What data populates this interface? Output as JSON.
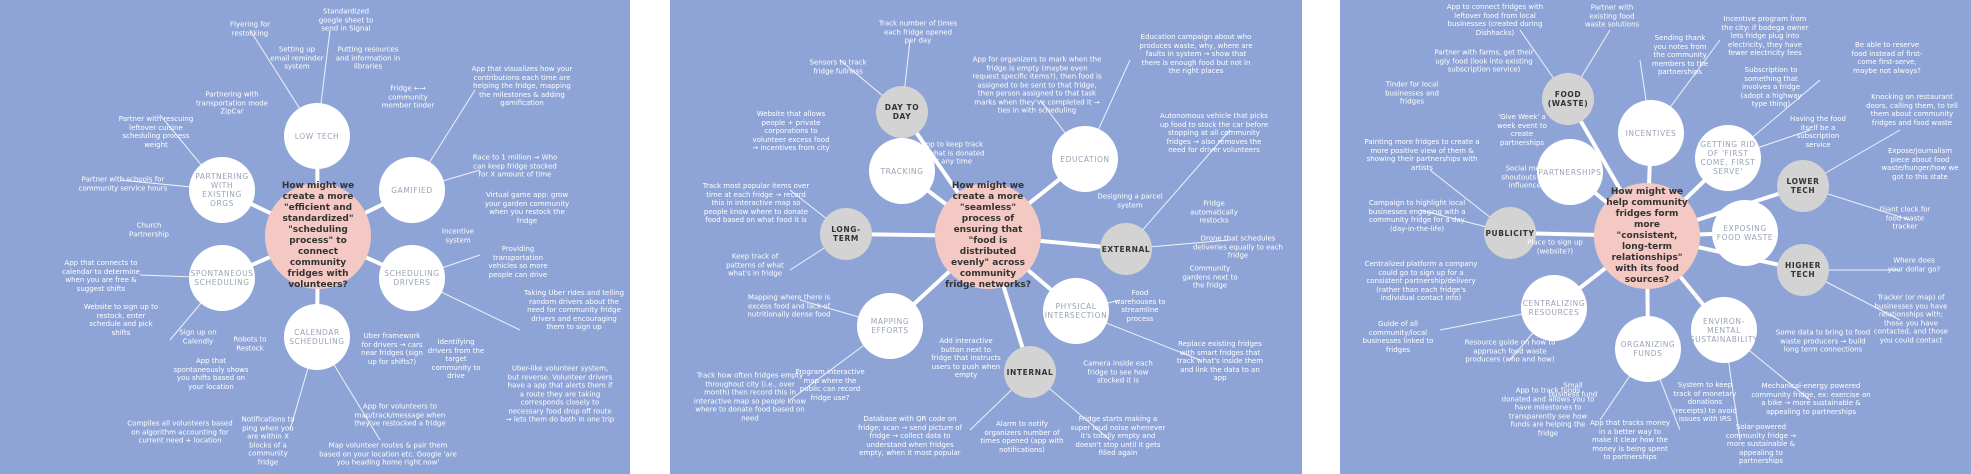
{
  "colors": {
    "background": "#8fa4d6",
    "center": "#f4c9c3",
    "node_white": "#ffffff",
    "node_gray": "#d3d3d3",
    "text": "#ffffff"
  },
  "panels": [
    {
      "center": "How might we create a more \"efficient and standardized\" \"scheduling process\" to connect community fridges with volunteers?",
      "nodes": [
        {
          "label": "LOW TECH",
          "gray": false
        },
        {
          "label": "GAMIFIED",
          "gray": false
        },
        {
          "label": "SCHEDULING DRIVERS",
          "gray": false
        },
        {
          "label": "CALENDAR SCHEDULING",
          "gray": false
        },
        {
          "label": "SPONTANEOUS SCHEDULING",
          "gray": false
        },
        {
          "label": "PARTNERING WITH EXISTING ORGS",
          "gray": false
        }
      ],
      "notes": [
        "Flyering for restocking",
        "Standardized google sheet to send in Signal",
        "Setting up email reminder system",
        "Putting resources and information in libraries",
        "Partnering with transportation mode ZipCar",
        "Fridge ←→ community member tinder",
        "App that visualizes how your contributions each time are helping the fridge, mapping the milestones & adding gamification",
        "Partner with rescuing leftover cuisine scheduling process weight",
        "Race to 1 million → Who can keep fridge stocked for X amount of time",
        "Partner with schools for community service hours",
        "Virtual game app: grow your garden community when you restock the fridge",
        "Church Partnership",
        "Incentive system",
        "Providing transportation vehicles so more people can drive",
        "App that connects to calendar to determine when you are free & suggest shifts",
        "Taking Uber rides and telling random drivers about the need for community fridge drivers and encouraging them to sign up",
        "Website to sign up to restock, enter schedule and pick shifts",
        "Sign up on Calendly",
        "Robots to Restock",
        "Uber framework for drivers → cars near fridges (sign up for shifts?)",
        "Identifying drivers from the target community to drive",
        "App that spontaneously shows you shifts based on your location",
        "Uber-like volunteer system, but reverse. Volunteer drivers have a app that alerts them if a route they are taking corresponds closely to necessary food drop off route → lets them do both in one trip",
        "Compiles all volunteers based on algorithm accounting for current need + location",
        "Notifications to ping when you are within X blocks of a community fridge",
        "App for volunteers to map/track/message when they've restocked a fridge",
        "Map volunteer routes & pair them based on your location etc. Google 'are you heading home right now'"
      ]
    },
    {
      "center": "How might we create a more \"seamless\" process of ensuring that \"food is distributed evenly\" across community fridge networks?",
      "nodes": [
        {
          "label": "DAY TO DAY",
          "gray": true
        },
        {
          "label": "TRACKING",
          "gray": false
        },
        {
          "label": "EDUCATION",
          "gray": false
        },
        {
          "label": "LONG-TERM",
          "gray": true
        },
        {
          "label": "EXTERNAL",
          "gray": true
        },
        {
          "label": "MAPPING EFFORTS",
          "gray": false
        },
        {
          "label": "PHYSICAL INTERSECTION",
          "gray": false
        },
        {
          "label": "INTERNAL",
          "gray": true
        }
      ],
      "notes": [
        "Track number of times each fridge opened per day",
        "Sensors to track fridge fullness",
        "Education campaign about who produces waste, why, where are faults in system → show that there is enough food but not in the right places",
        "App for organizers to mark when the fridge is empty (maybe even request specific items?), then food is assigned to be sent to that fridge, then person assigned to that task marks when they've completed it → ties in with scheduling",
        "Website that allows people + private corporations to volunteer excess food → incentives from city",
        "App to keep track of what is donated at any time",
        "Autonomous vehicle that picks up food to stock the car before stopping at all community fridges → also removes the need for driver volunteers",
        "Track most popular items over time at each fridge → record this in interactive map so people know where to donate food based on what food it is",
        "Designing a parcel system",
        "Fridge automatically restocks",
        "Drone that schedules deliveries equally to each fridge",
        "Keep track of patterns of what what's in fridge",
        "Community gardens next to the fridge",
        "Mapping where there is excess food and lack of nutritionally dense food",
        "Food warehouses to streamline process",
        "Add interactive button next to fridge that instructs users to push when empty",
        "Replace existing fridges with smart fridges that track what's inside them and link the data to an app",
        "Track how often fridges empty throughout city (i.e., over month) then record this in interactive map so people know where to donate food based on need",
        "Program interactive map where the public can record fridge use?",
        "Camera inside each fridge to see how stocked it is",
        "Database with QR code on fridge; scan → send picture of fridge → collect data to understand when fridges empty, when it most popular",
        "Alarm to notify organizers number of times opened (app with notifications)",
        "Fridge starts making a super loud noise whenever it's totally empty and doesn't stop until it gets filled again"
      ]
    },
    {
      "center": "How might we help community fridges form more \"consistent, long-term relationships\" with its food sources?",
      "nodes": [
        {
          "label": "FOOD (WASTE)",
          "gray": true
        },
        {
          "label": "INCENTIVES",
          "gray": false
        },
        {
          "label": "PARTNERSHIPS",
          "gray": false
        },
        {
          "label": "GETTING RID OF 'FIRST COME, FIRST SERVE'",
          "gray": false
        },
        {
          "label": "LOWER TECH",
          "gray": true
        },
        {
          "label": "PUBLICITY",
          "gray": true
        },
        {
          "label": "EXPOSING FOOD WASTE",
          "gray": false
        },
        {
          "label": "HIGHER TECH",
          "gray": true
        },
        {
          "label": "CENTRALIZING RESOURCES",
          "gray": false
        },
        {
          "label": "ENVIRON-MENTAL SUSTAINABILITY",
          "gray": false
        },
        {
          "label": "ORGANIZING FUNDS",
          "gray": false
        }
      ],
      "notes": [
        "App to connect fridges with leftover food from local businesses (created during Dishhacks)",
        "Partner with existing food waste solutions",
        "Sending thank you notes from the community members to the partnerships",
        "Incentive program from the city: if bodega owner lets fridge plug into electricity, they have fewer electricity fees",
        "Partner with farms, get their ugly food (look into existing subscription service)",
        "Be able to reserve food instead of first-come first-serve, maybe not always?",
        "Subscription to something that involves a fridge (adopt a highway type thing)",
        "Tinder for local businesses and fridges",
        "'Give Week' a week event to create partnerships",
        "Having the food itself be a subscription service",
        "Knocking on restaurant doors, calling them, to tell them about community fridges and food waste",
        "Painting more fridges to create a more positive view of them & showing their partnerships with artists",
        "Social media shoutouts from influencers",
        "Expose/journalism piece about food waste/hunger/how we got to this state",
        "Campaign to highlight local businesses engaging with a community fridge for a day (day-in-the-life)",
        "Giant clock for food waste tracker",
        "Place to sign up (website?)",
        "Where does your dollar go?",
        "Centralized platform a company could go to sign up for a consistent partnership/delivery (rather than each fridge's individual contact info)",
        "Tracker (or map) of businesses you have relationships with; those you have contacted, and those you could contact",
        "Guide of all community/local businesses linked to fridges",
        "Resource guide on how to approach food waste producers (who and how)",
        "Some data to bring to food waste producers → build long term connections",
        "Small business fund",
        "Mechanical-energy powered community fridge, ex: exercise on a bike → more sustainable & appealing to partnerships",
        "App to track funds donated and allows you to have milestones to transparently see how funds are helping the fridge",
        "System to keep track of monetary donations (receipts) to avoid issues with IRS",
        "App that tracks money in a better way to make it clear how the money is being spent to partnerships",
        "Solar-powered community fridge → more sustainable & appealing to partnerships"
      ]
    }
  ]
}
